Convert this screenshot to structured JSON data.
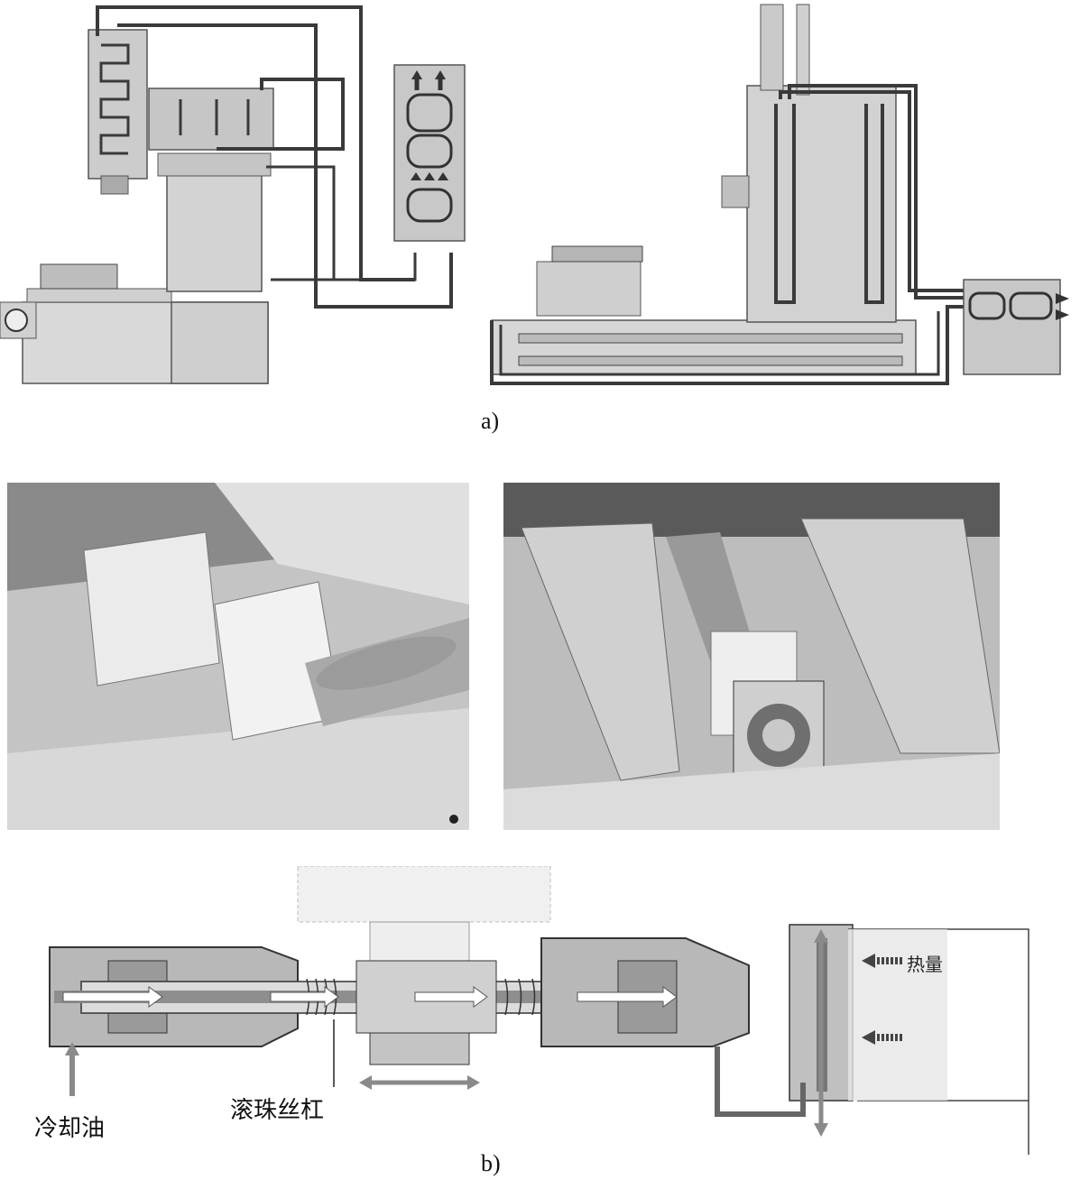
{
  "figure": {
    "caption_a": "a)",
    "caption_b": "b)"
  },
  "labels": {
    "cooling_oil": "冷却油",
    "ball_screw": "滚珠丝杠",
    "heat": "热量"
  },
  "colors": {
    "pipe": "#3a3a3a",
    "machine_fill": "#d9d9d9",
    "machine_dark": "#a8a8a8",
    "exchanger_fill": "#c8c8c8",
    "oil_flow": "#ffffff",
    "arrow_gray": "#8a8a8a"
  }
}
